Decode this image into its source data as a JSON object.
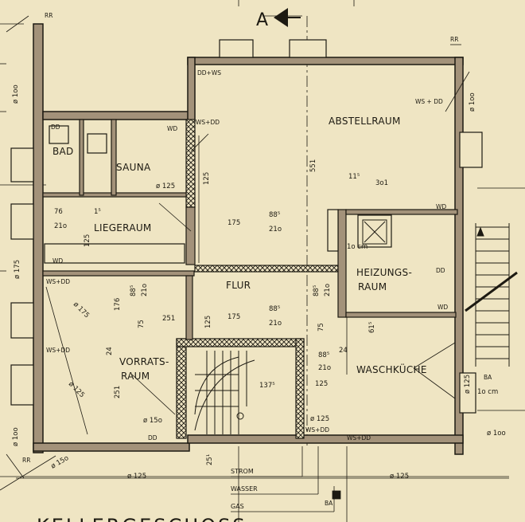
{
  "title": "KELLERGESCHOSS",
  "section_marker": "A",
  "rooms": {
    "abstellraum": "ABSTELLRAUM",
    "bad": "BAD",
    "sauna": "SAUNA",
    "liegeraum": "LIEGERAUM",
    "flur": "FLUR",
    "heizungs_line1": "HEIZUNGS-",
    "heizungs_line2": "RAUM",
    "vorrats_line1": "VORRATS-",
    "vorrats_line2": "RAUM",
    "waschkueche": "WASCHKÜCHE"
  },
  "symbols": {
    "rr": "RR",
    "dd_ws": "DD+WS",
    "ws_dd": "WS+DD",
    "wd": "WD",
    "dd": "DD",
    "ba": "BA",
    "ws_plus_dd": "WS + DD"
  },
  "dimensions": {
    "d551": "551",
    "d11_5": "11⁵",
    "d3o1": "3o1",
    "d175a": "175",
    "d88_5a": "88⁵",
    "d21o_a": "21o",
    "d76": "76",
    "d21o_b": "21o",
    "d1_5": "1⁵",
    "d125_sauna": "125",
    "d125_liege": "125",
    "d88_5_v": "88⁵",
    "d21o_v": "21o",
    "d176": "176",
    "d75_v": "75",
    "d175_v": "ø 175",
    "d251": "251",
    "d251b": "251",
    "d125_flur": "125",
    "d175b": "175",
    "d88_5b": "88⁵",
    "d21o_c": "21o",
    "d88_5_flur_v": "88⁵",
    "d21o_flur_v": "21o",
    "d75_flur": "75",
    "d61_5": "61⁵",
    "d24a": "24",
    "d24b": "24",
    "d88_5_w": "88⁵",
    "d21o_w": "21o",
    "d125_w": "125",
    "d137_5": "137⁵",
    "d125_stair": "ø 125",
    "d15o": "ø 15o",
    "d15o_b": "ø 15o",
    "d125_bottom": "ø 125",
    "d125_bottom_r": "ø 125",
    "d25_1": "25¹",
    "d1oo_right": "ø 1oo",
    "d1oo_right2": "ø 1oo",
    "d1o_cm": "1o cm",
    "d1o_cm_b": "1o cm",
    "d125_right": "ø 125",
    "d1oo_left": "ø 1oo",
    "d1oo_left2": "ø 1oo",
    "d175_left": "ø 175",
    "d125_left": "ø 125",
    "d125_sauna_v": "ø 125"
  },
  "utilities": {
    "strom": "STROM",
    "wasser": "WASSER",
    "gas": "GAS"
  },
  "colors": {
    "paper": "#efe5c3",
    "ink": "#1d1a12",
    "wall_fill": "#a3927a"
  }
}
